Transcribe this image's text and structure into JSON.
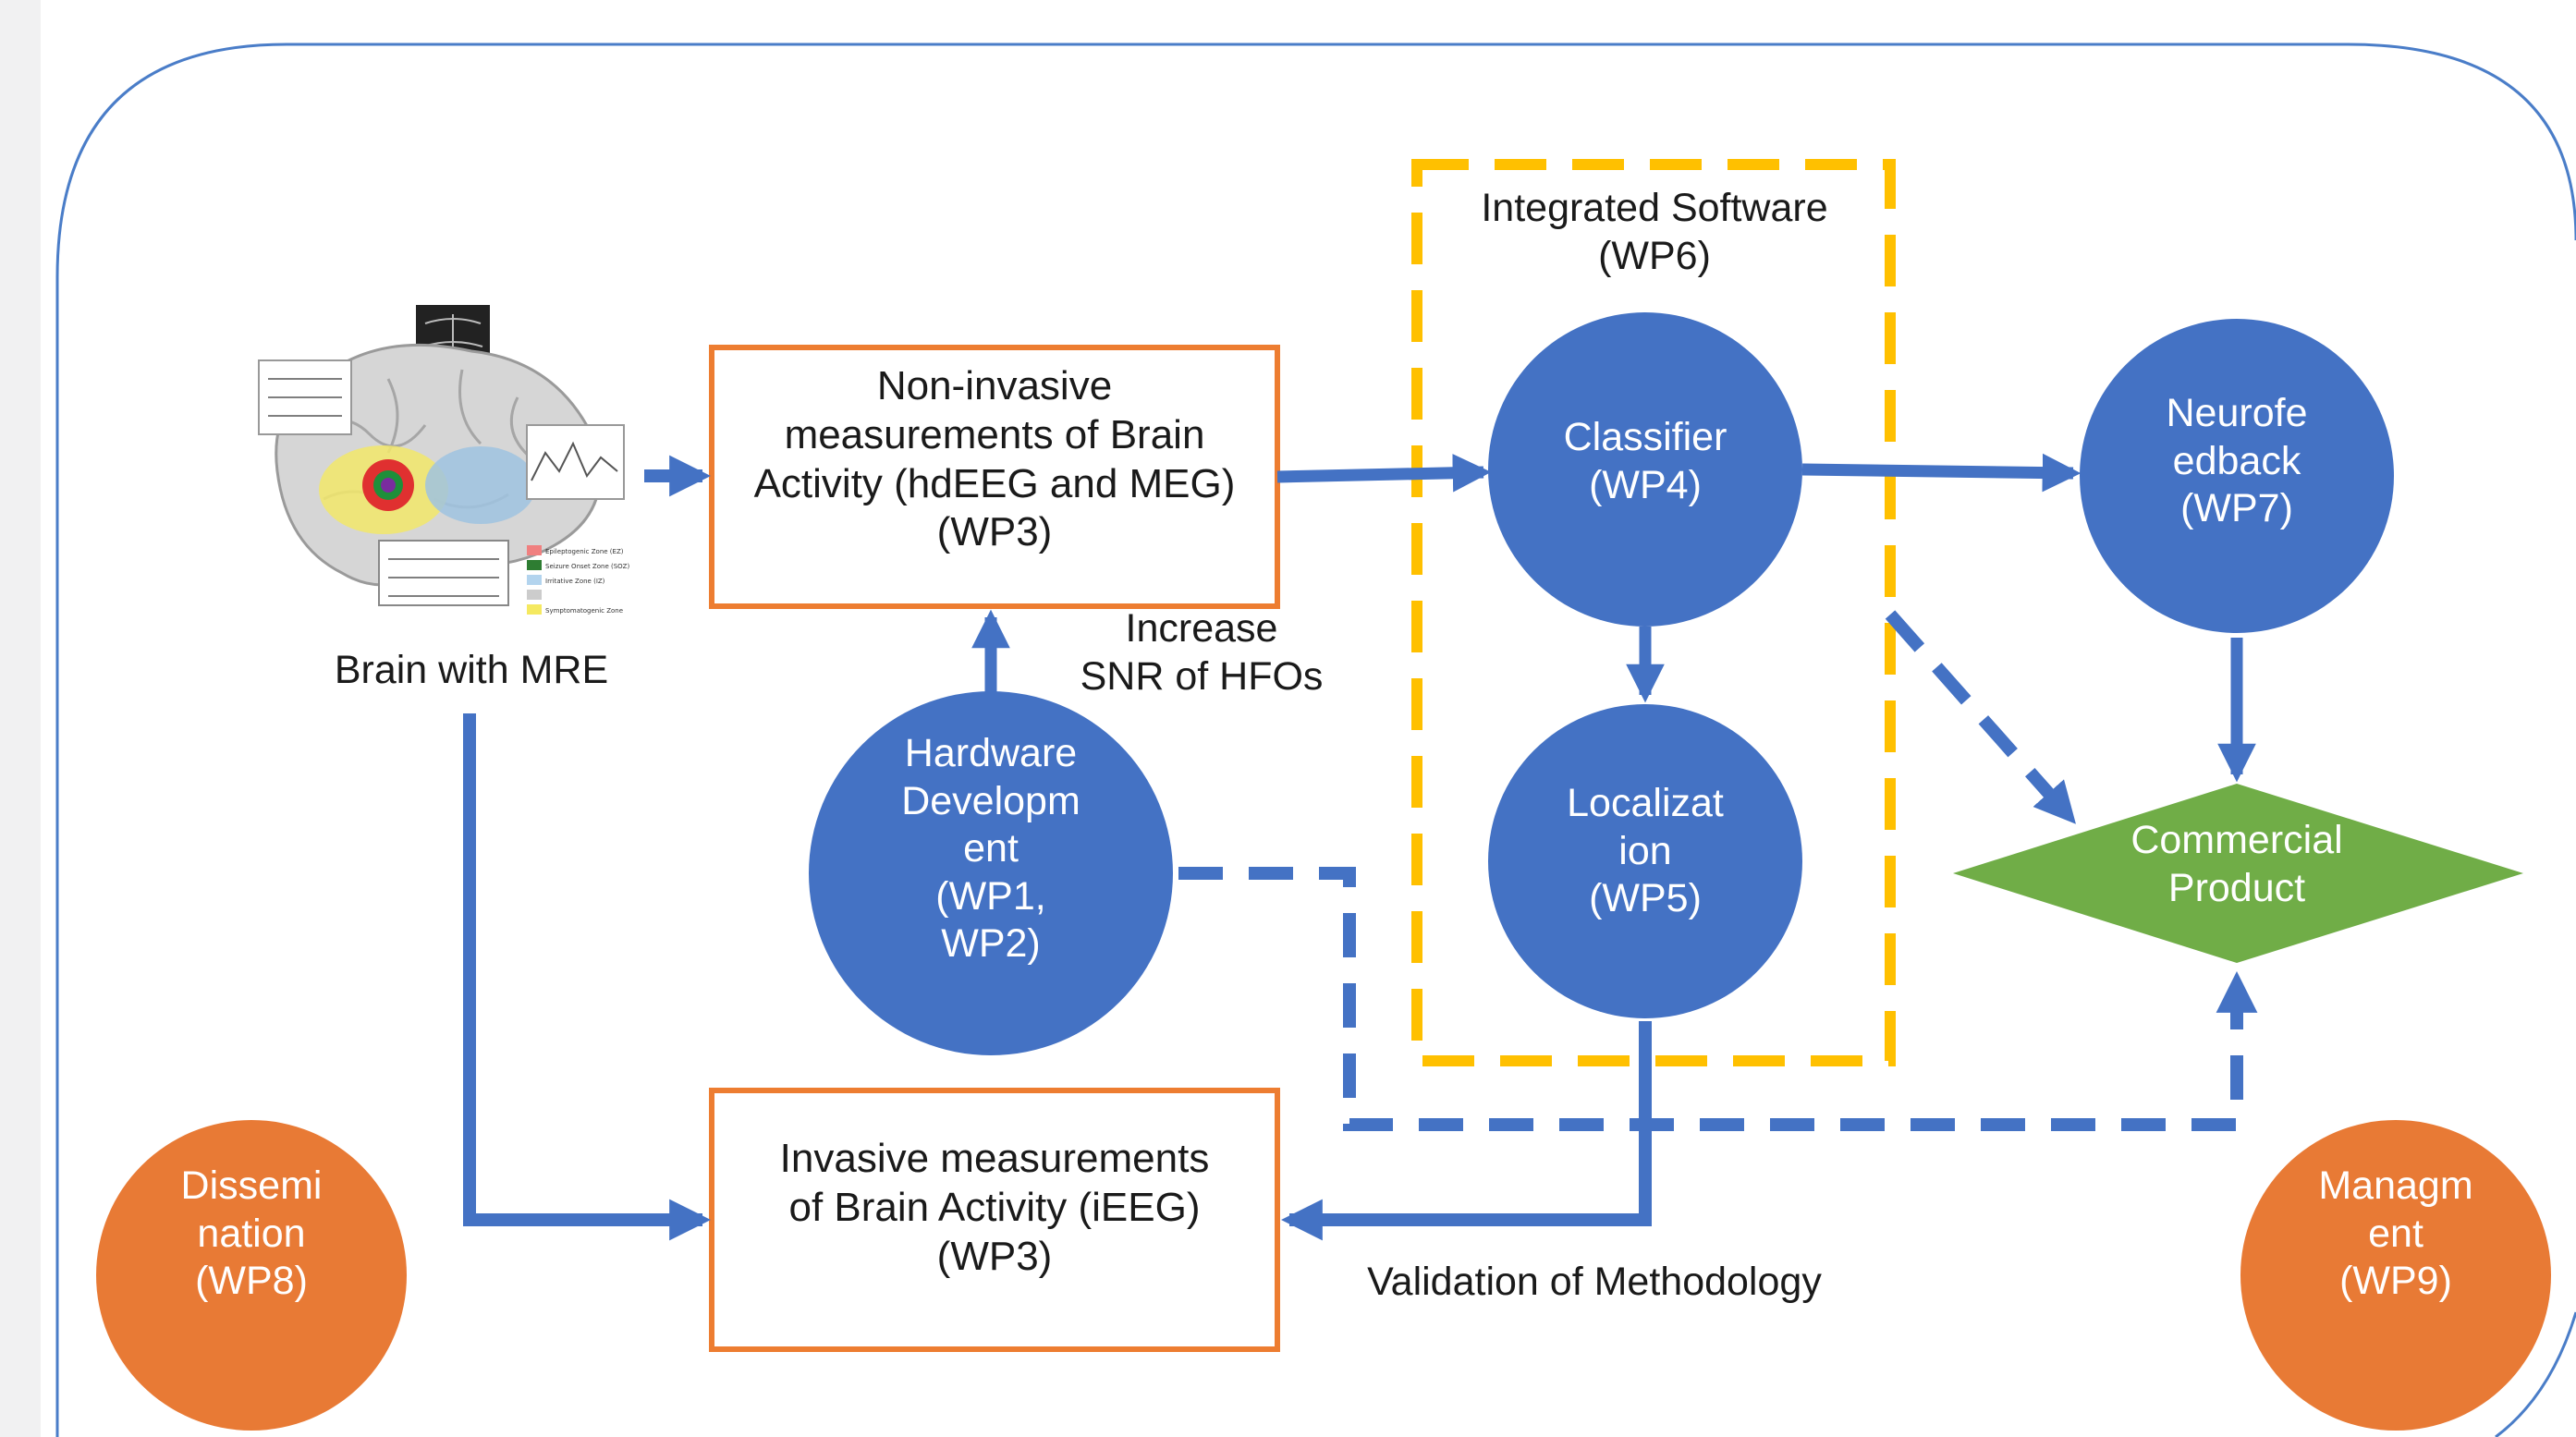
{
  "colors": {
    "blue": "#4472c4",
    "orange_box": "#ed7d31",
    "orange_circle": "#e87a35",
    "yellow": "#ffc000",
    "green": "#70ad47",
    "frame": "#4a7dc8",
    "white": "#ffffff"
  },
  "diagram": {
    "brain_label": "Brain with MRE",
    "noninvasive": "Non-invasive\nmeasurements of Brain\nActivity (hdEEG and MEG)\n(WP3)",
    "invasive": "Invasive measurements\nof Brain Activity (iEEG)\n(WP3)",
    "integrated": "Integrated Software\n(WP6)",
    "classifier": "Classifier\n(WP4)",
    "localization": "Localizat\nion\n(WP5)",
    "neurofeedback": "Neurofe\nedback\n(WP7)",
    "hardware": "Hardware\nDevelopm\nent\n(WP1,\nWP2)",
    "commercial": "Commercial\nProduct",
    "increase_snr": "Increase\nSNR of HFOs",
    "validation": "Validation of Methodology",
    "dissemination": "Dissemi\nnation\n(WP8)",
    "management": "Managm\nent\n(WP9)"
  },
  "brain_legend": [
    "Epileptogenic Zone (EZ)",
    "Seizure Onset Zone (SOZ)",
    "Irritative Zone (IZ)",
    "Symptomatogenic Zone"
  ],
  "icons": {
    "brain": "brain-mri-illustration-icon"
  }
}
